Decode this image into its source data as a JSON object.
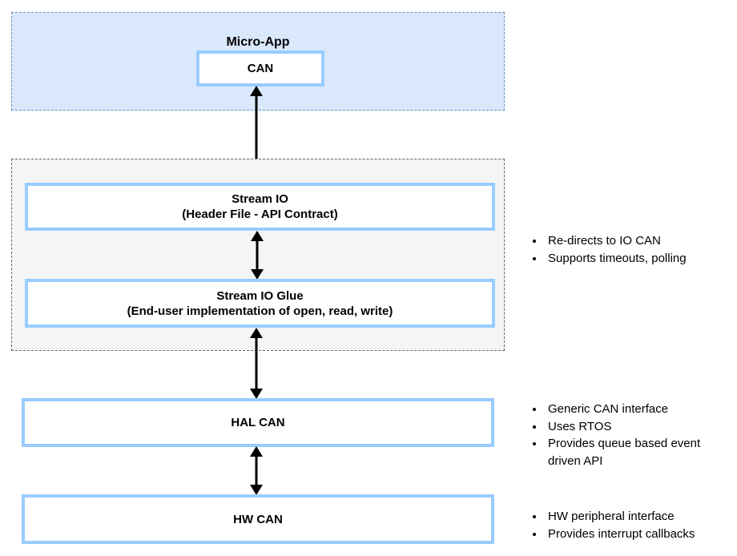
{
  "micro_app": {
    "title": "Micro-App",
    "can_label": "CAN"
  },
  "stream_io": {
    "line1": "Stream IO",
    "line2": "(Header File - API Contract)"
  },
  "stream_io_glue": {
    "line1": "Stream IO Glue",
    "line2": "(End-user implementation of open, read, write)"
  },
  "hal_can_label": "HAL CAN",
  "hw_can_label": "HW CAN",
  "notes": {
    "stream": [
      "Re-directs to IO CAN",
      "Supports timeouts, polling"
    ],
    "hal": [
      "Generic CAN interface",
      "Uses RTOS",
      "Provides queue based event driven API"
    ],
    "hw": [
      "HW peripheral interface",
      "Provides interrupt callbacks"
    ]
  },
  "colors": {
    "micro_app_fill": "#dae8fc",
    "micro_app_border": "#6c8ebf",
    "stream_container_fill": "#f5f5f5",
    "stream_container_border": "#666666",
    "node_border": "#99ccff",
    "node_fill": "#ffffff",
    "arrow": "#000000",
    "text": "#000000"
  }
}
